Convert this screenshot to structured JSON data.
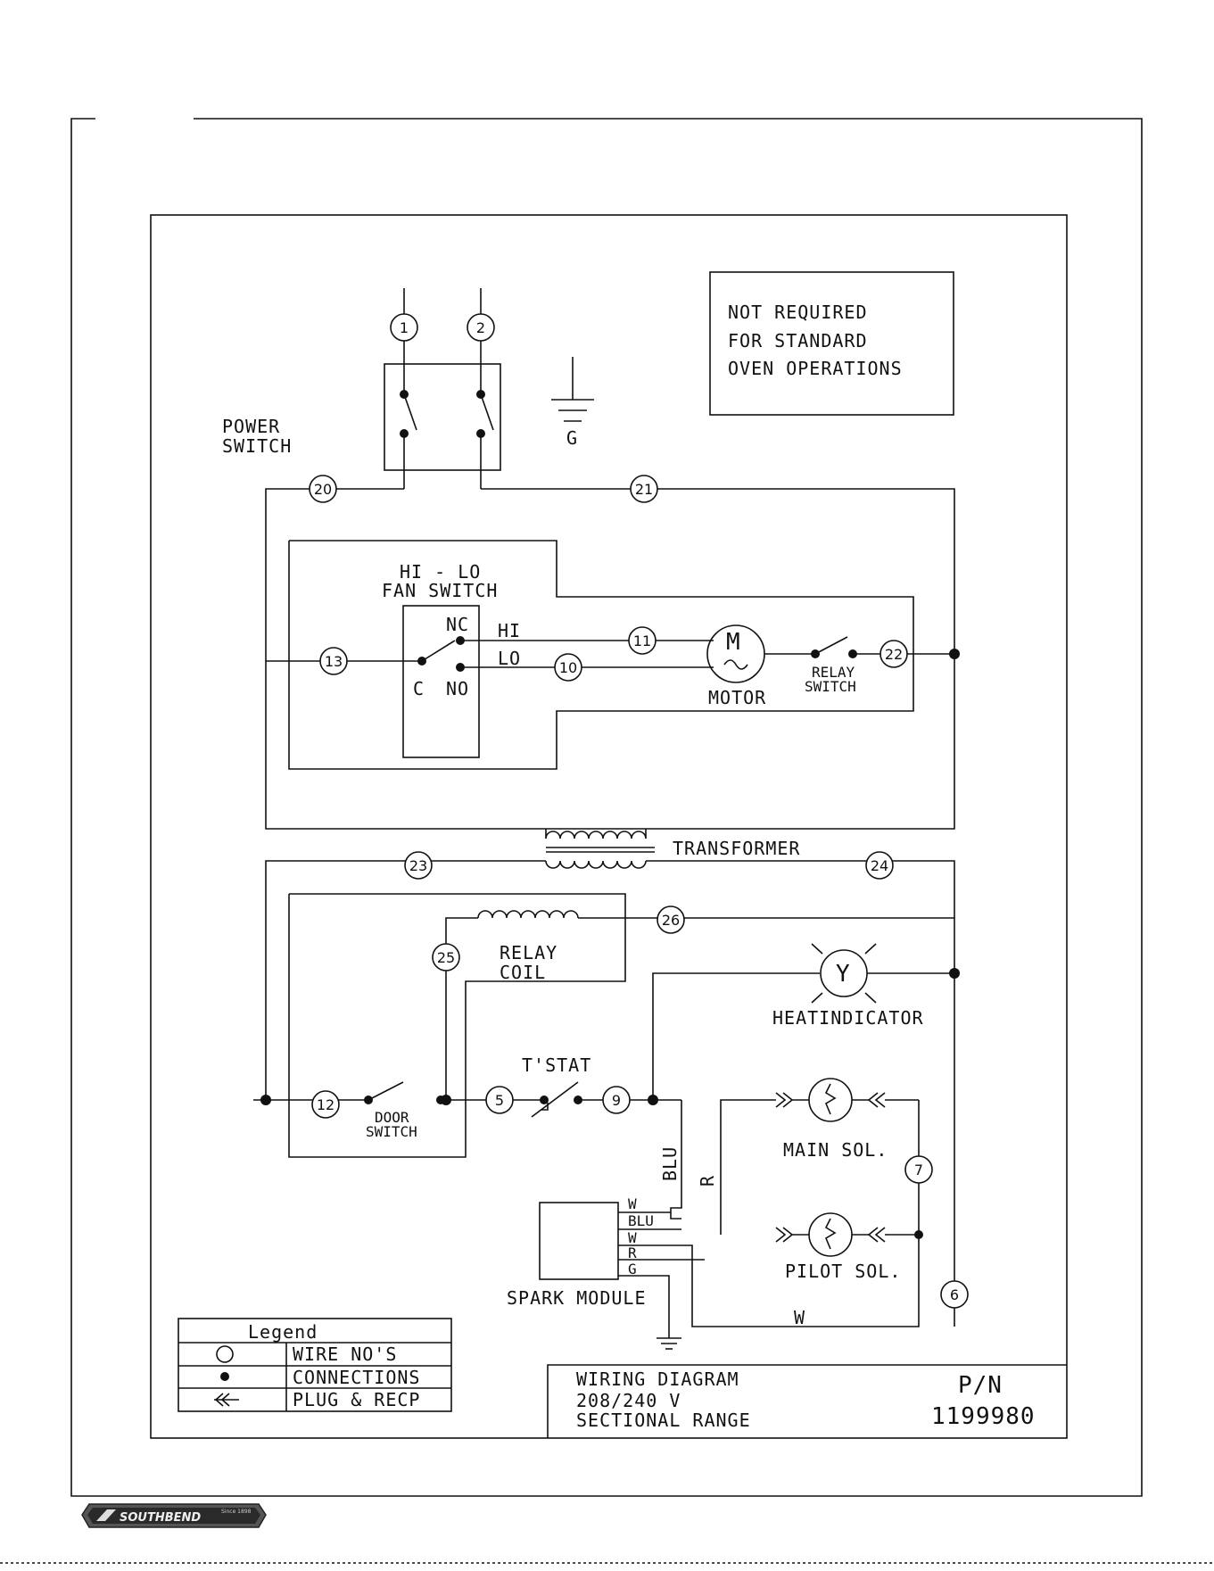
{
  "note": [
    "NOT REQUIRED",
    "FOR STANDARD",
    "OVEN OPERATIONS"
  ],
  "labels": {
    "power_switch": [
      "POWER",
      "SWITCH"
    ],
    "ground": "G",
    "fan_switch": [
      "HI - LO",
      "FAN SWITCH"
    ],
    "nc": "NC",
    "c": "C",
    "no": "NO",
    "hi": "HI",
    "lo": "LO",
    "motor_symbol": "M",
    "motor": "MOTOR",
    "relay_switch": [
      "RELAY",
      "SWITCH"
    ],
    "transformer": "TRANSFORMER",
    "relay_coil": [
      "RELAY",
      "COIL"
    ],
    "heat_indicator_symbol": "Y",
    "heat_indicator": "HEATINDICATOR",
    "tstat": "T'STAT",
    "door_switch": [
      "DOOR",
      "SWITCH"
    ],
    "blu_vertical": "BLU",
    "r_vertical": "R",
    "main_sol": "MAIN SOL.",
    "pilot_sol": "PILOT SOL.",
    "spark_module": "SPARK MODULE",
    "spark_pins": [
      "W",
      "BLU",
      "W",
      "R",
      "G"
    ],
    "w_bottom": "W"
  },
  "wire_numbers": [
    "1",
    "2",
    "20",
    "21",
    "13",
    "11",
    "10",
    "22",
    "23",
    "24",
    "26",
    "25",
    "12",
    "5",
    "9",
    "7",
    "6"
  ],
  "legend": {
    "title": "Legend",
    "rows": [
      {
        "symbol": "circle",
        "label": "WIRE NO'S"
      },
      {
        "symbol": "dot",
        "label": "CONNECTIONS"
      },
      {
        "symbol": "plug",
        "label": "PLUG & RECP"
      }
    ]
  },
  "title_block": {
    "lines": [
      "WIRING DIAGRAM",
      "208/240 V",
      "SECTIONAL RANGE"
    ],
    "pn_label": "P/N",
    "pn_value": "1199980"
  },
  "footer": {
    "brand": "SOUTHBEND",
    "since": "Since 1898"
  }
}
